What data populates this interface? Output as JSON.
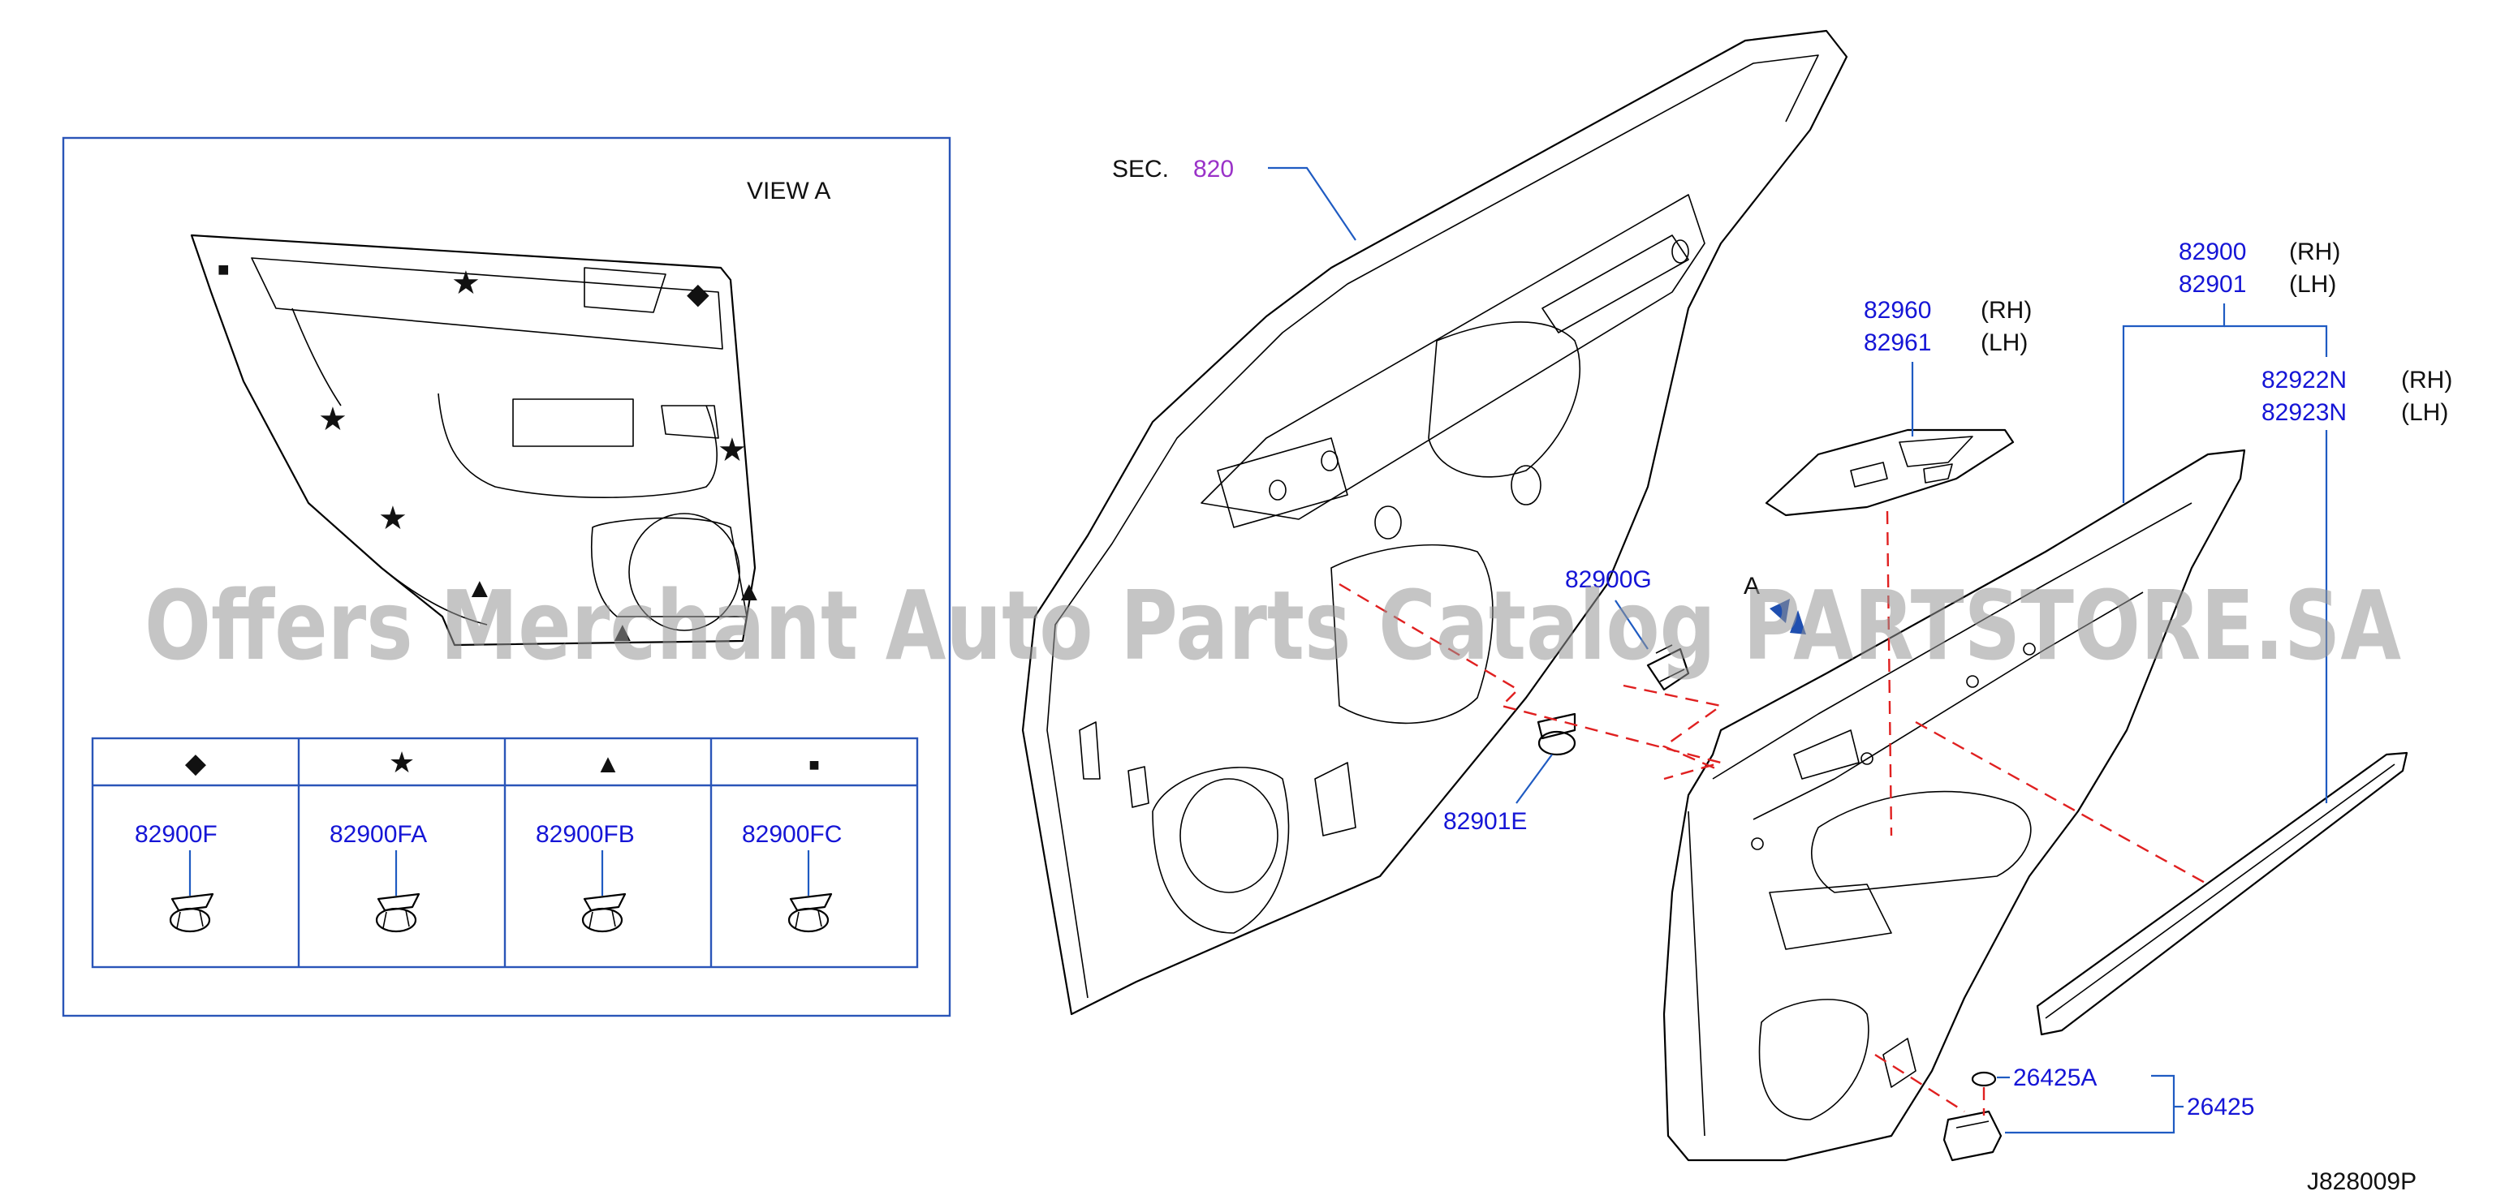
{
  "watermark": "Offers Merchant Auto Parts Catalog PARTSTORE.SA",
  "view_label": "VIEW    A",
  "section": {
    "prefix": "SEC.",
    "number": "820"
  },
  "view_a_marker": "A",
  "drawing_code": "J828009P",
  "clip_table": [
    {
      "symbol": "◆",
      "part": "82900F"
    },
    {
      "symbol": "★",
      "part": "82900FA"
    },
    {
      "symbol": "▲",
      "part": "82900FB"
    },
    {
      "symbol": "■",
      "part": "82900FC"
    }
  ],
  "callouts": {
    "p82960": {
      "number": "82960",
      "side": "(RH)"
    },
    "p82961": {
      "number": "82961",
      "side": "(LH)"
    },
    "p82900": {
      "number": "82900",
      "side": "(RH)"
    },
    "p82901": {
      "number": "82901",
      "side": "(LH)"
    },
    "p82922N": {
      "number": "82922N",
      "side": "(RH)"
    },
    "p82923N": {
      "number": "82923N",
      "side": "(LH)"
    },
    "p82900G": {
      "number": "82900G"
    },
    "p82901E": {
      "number": "82901E"
    },
    "p26425A": {
      "number": "26425A"
    },
    "p26425": {
      "number": "26425"
    }
  },
  "colors": {
    "part_number": "#1515d6",
    "section_number": "#9a32c8",
    "leader": "#1f5bc2",
    "hidden_line": "#e02020"
  }
}
